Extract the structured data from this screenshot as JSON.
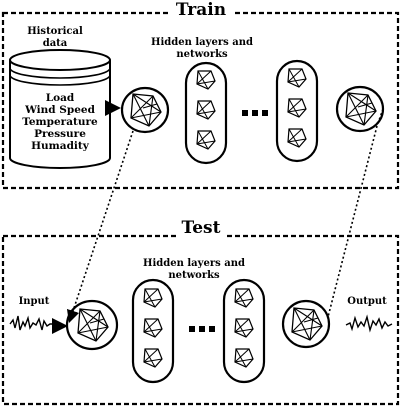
{
  "train": {
    "title": "Train",
    "db_label_line1": "Historical",
    "db_label_line2": "data",
    "db_items": [
      "Load",
      "Wind Speed",
      "Temperature",
      "Pressure",
      "Humadity"
    ],
    "hidden_line1": "Hidden layers and",
    "hidden_line2": "networks"
  },
  "test": {
    "title": "Test",
    "hidden_line1": "Hidden layers and",
    "hidden_line2": "networks",
    "input_label": "Input",
    "output_label": "Output"
  }
}
